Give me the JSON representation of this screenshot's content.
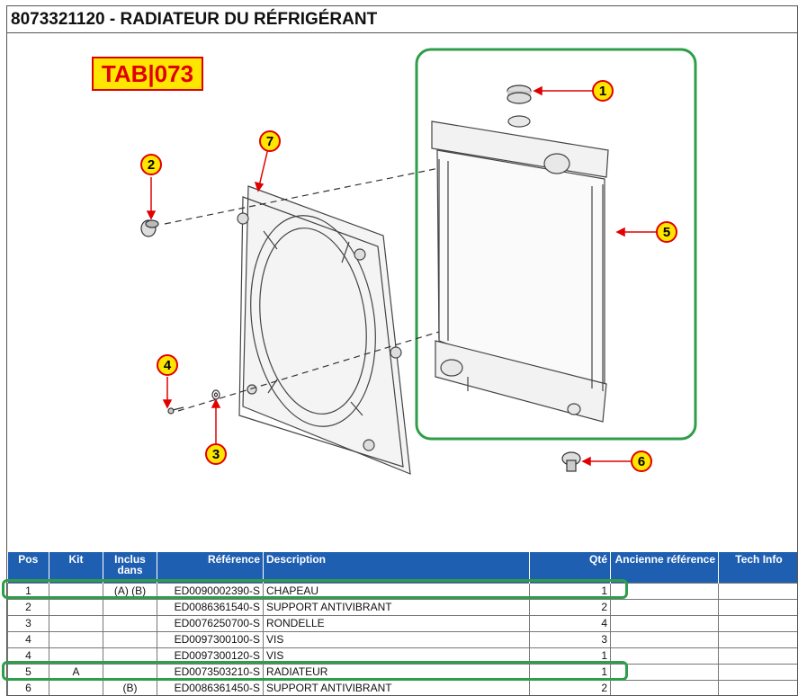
{
  "page": {
    "title": "8073321120 - RADIATEUR DU RÉFRIGÉRANT",
    "tab_badge": "TAB|073"
  },
  "callouts": [
    "1",
    "2",
    "3",
    "4",
    "5",
    "6",
    "7"
  ],
  "colors": {
    "header_bg": "#1f5fb2",
    "highlight": "#2f9e4a",
    "callout_fill": "#ffe600",
    "callout_stroke": "#e00000",
    "badge_text": "#e00000"
  },
  "table": {
    "headers": {
      "pos": "Pos",
      "kit": "Kit",
      "inclus": "Inclus dans",
      "reference": "Référence",
      "description": "Description",
      "qte": "Qté",
      "ancienne": "Ancienne référence",
      "tech": "Tech Info"
    },
    "rows": [
      {
        "pos": "1",
        "kit": "",
        "inclus": "(A) (B)",
        "reference": "ED0090002390-S",
        "description": "CHAPEAU",
        "qte": "1",
        "ancienne": "",
        "tech": ""
      },
      {
        "pos": "2",
        "kit": "",
        "inclus": "",
        "reference": "ED0086361540-S",
        "description": "SUPPORT ANTIVIBRANT",
        "qte": "2",
        "ancienne": "",
        "tech": ""
      },
      {
        "pos": "3",
        "kit": "",
        "inclus": "",
        "reference": "ED0076250700-S",
        "description": "RONDELLE",
        "qte": "4",
        "ancienne": "",
        "tech": ""
      },
      {
        "pos": "4",
        "kit": "",
        "inclus": "",
        "reference": "ED0097300100-S",
        "description": "VIS",
        "qte": "3",
        "ancienne": "",
        "tech": ""
      },
      {
        "pos": "4",
        "kit": "",
        "inclus": "",
        "reference": "ED0097300120-S",
        "description": "VIS",
        "qte": "1",
        "ancienne": "",
        "tech": ""
      },
      {
        "pos": "5",
        "kit": "A",
        "inclus": "",
        "reference": "ED0073503210-S",
        "description": "RADIATEUR",
        "qte": "1",
        "ancienne": "",
        "tech": ""
      },
      {
        "pos": "6",
        "kit": "",
        "inclus": "(B)",
        "reference": "ED0086361450-S",
        "description": "SUPPORT ANTIVIBRANT",
        "qte": "2",
        "ancienne": "",
        "tech": ""
      }
    ]
  }
}
